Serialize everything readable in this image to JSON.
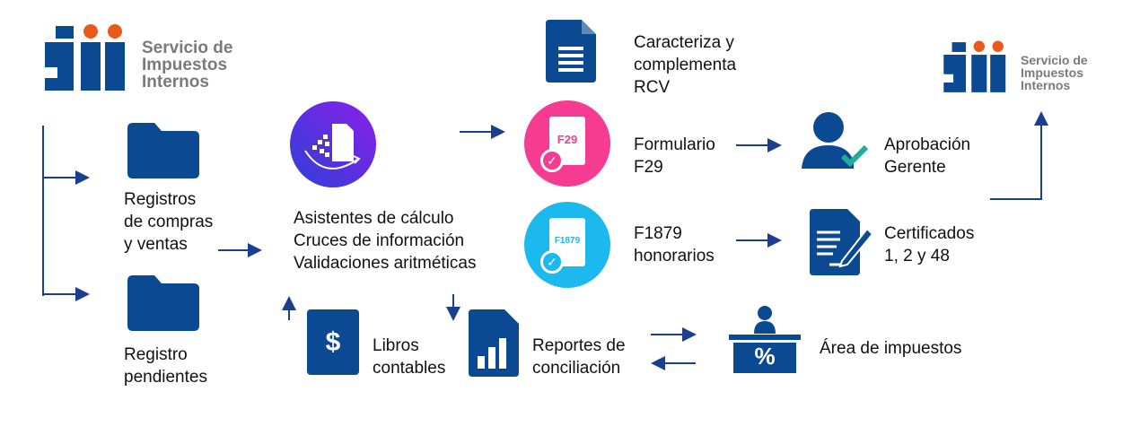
{
  "logo_main": {
    "line1": "Servicio de",
    "line2": "Impuestos",
    "line3": "Internos",
    "mark": "sii"
  },
  "logo_target": {
    "line1": "Servicio de",
    "line2": "Impuestos",
    "line3": "Internos",
    "mark": "sii"
  },
  "nodes": {
    "registros_compras": "Registros\nde compras\ny ventas",
    "registro_pendientes": "Registro\npendientes",
    "asistentes": "Asistentes de cálculo\nCruces de información\nValidaciones aritméticas",
    "caracteriza": "Caracteriza y\ncomplementa\nRCV",
    "formulario_f29": "Formulario\nF29",
    "f1879": "F1879\nhonorarios",
    "aprobacion": "Aprobación\nGerente",
    "certificados": "Certificados\n1, 2 y 48",
    "libros": "Libros\ncontables",
    "reportes": "Reportes de\nconciliación",
    "area_impuestos": "Área de impuestos"
  },
  "icon_labels": {
    "f29": "F29",
    "f1879": "F1879",
    "dollar": "$",
    "percent": "%"
  },
  "colors": {
    "primary": "#0b4a92",
    "arrow": "#1b3f8f",
    "pink": "#f53c92",
    "cyan": "#1cb9ef",
    "orange": "#e8591a",
    "check": "#1fae9a"
  }
}
